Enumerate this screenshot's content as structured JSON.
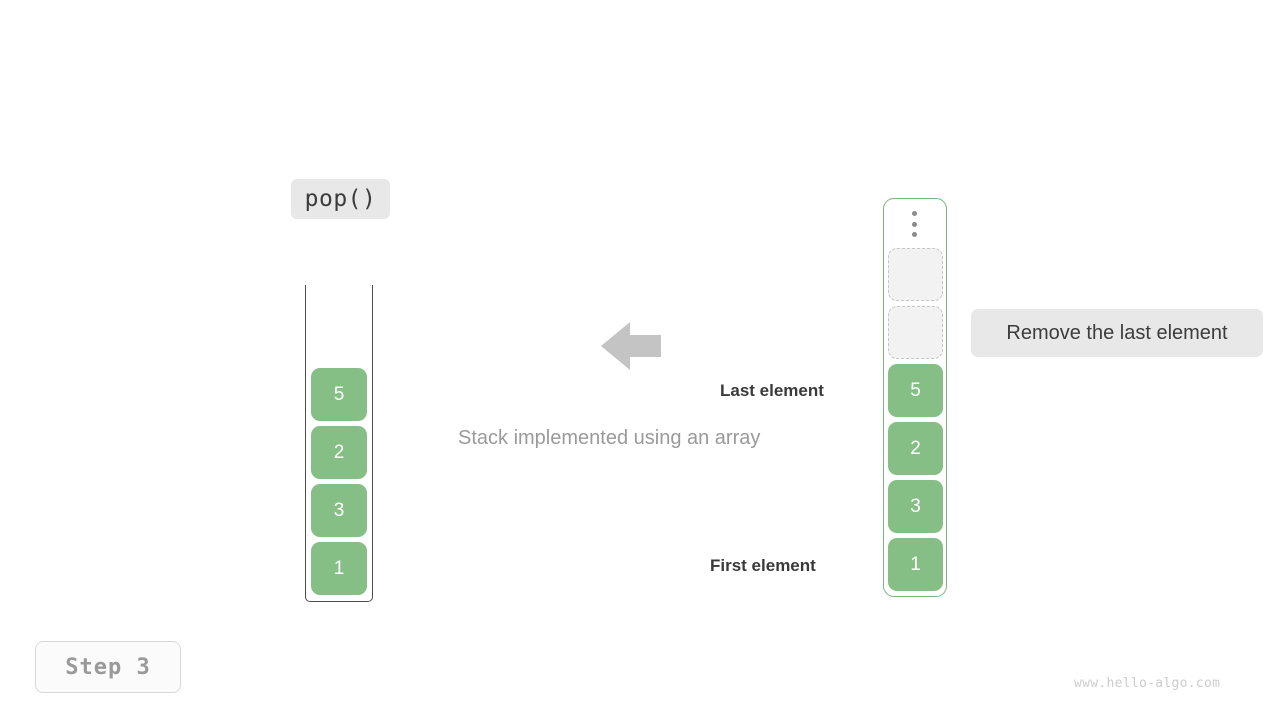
{
  "colors": {
    "background": "#ffffff",
    "cell_fill": "#85bf85",
    "cell_text": "#ffffff",
    "empty_fill": "#f2f2f2",
    "empty_border": "#c6c6c6",
    "right_container_border": "#7cb57c",
    "left_container_border": "#4d4d4d",
    "label_chip_bg": "#e8e8e8",
    "arrow": "#c4c4c4",
    "caption_text": "#9a9a9a",
    "annotation_text": "#3a3a3a",
    "watermark_text": "#cccccc"
  },
  "operation": {
    "label": "pop()"
  },
  "left_stack": {
    "container_style": "open-top",
    "cells": [
      {
        "value": "5"
      },
      {
        "value": "2"
      },
      {
        "value": "3"
      },
      {
        "value": "1"
      }
    ]
  },
  "right_stack": {
    "container_style": "closed-rounded",
    "ellipsis": "vertical-ellipsis",
    "cells": [
      {
        "value": "",
        "empty": true
      },
      {
        "value": "",
        "empty": true
      },
      {
        "value": "5",
        "empty": false
      },
      {
        "value": "2",
        "empty": false
      },
      {
        "value": "3",
        "empty": false
      },
      {
        "value": "1",
        "empty": false
      }
    ]
  },
  "annotations": {
    "last_element": "Last element",
    "first_element": "First element"
  },
  "caption": "Stack implemented using an array",
  "tooltip": {
    "text": "Remove the last element"
  },
  "arrow": {
    "direction": "left",
    "icon": "arrow-left-icon"
  },
  "step": {
    "label": "Step 3"
  },
  "watermark": "www.hello-algo.com"
}
